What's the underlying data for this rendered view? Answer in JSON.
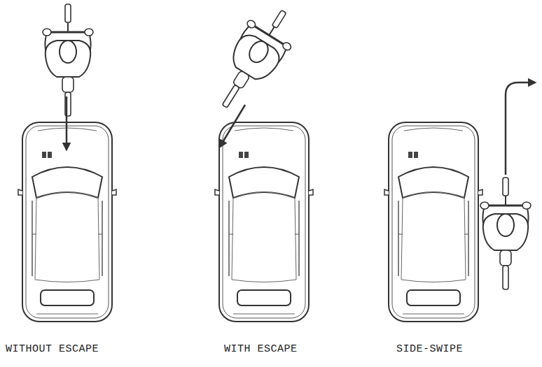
{
  "diagram": {
    "labels": [
      "WITHOUT ESCAPE",
      "WITH ESCAPE",
      "SIDE-SWIPE"
    ]
  }
}
